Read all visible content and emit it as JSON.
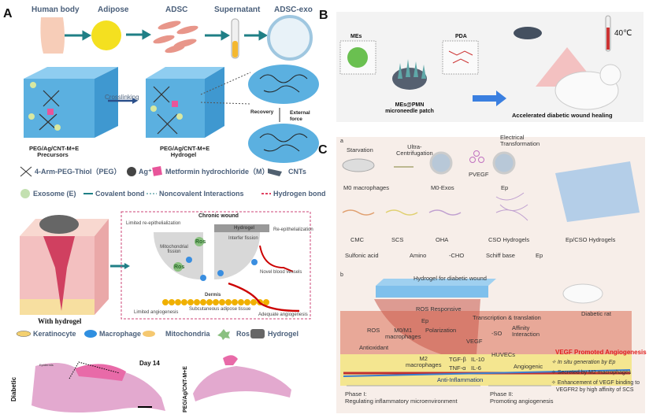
{
  "panels": {
    "a": "A",
    "b": "B",
    "c": "C",
    "c_sub_a": "a",
    "c_sub_b": "b"
  },
  "panel_a": {
    "steps": [
      "Human body",
      "Adipose",
      "ADSC",
      "Supernatant",
      "ADSC-exo"
    ],
    "crosslinking": "Crosslinking",
    "precursors": [
      "PEG/Ag/CNT-M+E",
      "Precursors"
    ],
    "hydrogel": [
      "PEG/Ag/CNT-M+E",
      "Hydrogel"
    ],
    "recovery": "Recovery",
    "external_force": [
      "External",
      "force"
    ],
    "legend1": [
      "4-Arm-PEG-Thiol（PEG）",
      "Ag⁺",
      "Metformin hydrochloride（M）",
      "CNTs"
    ],
    "legend2": [
      "Exosome (E)",
      "Covalent bond",
      "Noncovalent Interactions",
      "Hydrogen bond"
    ],
    "with_hydrogel": "With hydrogel",
    "chronic_wound": "Chronic wound",
    "wound_labels": {
      "limited_reepi": "Limited re-epithelialization",
      "reepi": "Re-epithelialization",
      "hydrogel": "Hydrogel",
      "mito_fission": "Mitochondrial fission",
      "interfer": "Interfer fission",
      "ros": "Ros",
      "novel": "Novel blood vessels",
      "dermis": "Dermis",
      "limited_ang": "Limited angiogenesis",
      "subq": "Subcutaneous adipose tissue",
      "adequate": "Adequate angiogenesis"
    },
    "legend3": [
      "Keratinocyte",
      "Macrophage",
      "Mitochondria",
      "Ros",
      "Hydrogel"
    ],
    "histology": {
      "day": "Day 14",
      "diabetic": "Diabetic",
      "treated": "PEG/Ag/CNT-M+E",
      "epidermis": "Epidermis"
    }
  },
  "panel_b": {
    "mes": "MEs",
    "pda": "PDA",
    "patch": [
      "MEs@PMN",
      "microneedle patch"
    ],
    "temp": "40℃",
    "result": "Accelerated diabetic wound healing"
  },
  "panel_c": {
    "a": {
      "starvation": "Starvation",
      "ultra": [
        "Ultra-",
        "Centrifugation"
      ],
      "electrical": [
        "Electrical",
        "Transformation"
      ],
      "pvegf": "PVEGF",
      "m0": "M0 macrophages",
      "m0exos": "M0-Exos",
      "ep": "Ep",
      "cmc": "CMC",
      "scs": "SCS",
      "oha": "OHA",
      "cso": "CSO Hydrogels",
      "epcso": "Ep/CSO Hydrogels",
      "legend": [
        "Sulfonic acid",
        "Amino",
        "-CHO",
        "Schiff base",
        "Ep"
      ]
    },
    "b": {
      "title": "Hydrogel for diabetic wound",
      "ros_resp": "ROS Responsive",
      "transcription": "Transcription & translation",
      "ep": "Ep",
      "ros": "ROS",
      "m0m1": [
        "M0/M1",
        "macrophages"
      ],
      "polarization": "Polarization",
      "vegf": "VEGF",
      "so": "-SO",
      "affinity": [
        "Affinity",
        "Interaction"
      ],
      "antioxidant": "Antioxidant",
      "huvecs": "HUVECs",
      "m2": [
        "M2",
        "macrophages"
      ],
      "tgf": "TGF-β",
      "il10": "IL-10",
      "tnf": "TNF-α",
      "il6": "IL-6",
      "angiogenic": "Angiogenic",
      "anti_inflam": "Anti-Inflammation",
      "phase1": [
        "Phase I:",
        "Regulating inflammatory microenvironment"
      ],
      "phase2": [
        "Phase II:",
        "Promoting angiogenesis"
      ],
      "rat": "Diabetic rat",
      "vegf_title": "VEGF Promoted Angiogenesis",
      "vegf_items": [
        "In situ generation by Ep",
        "Secreted by M2 macrophages",
        "Enhancement of VEGF binding to",
        "VEGFR2 by high affinity of SCS"
      ]
    }
  },
  "colors": {
    "teal_arrow": "#1f7f86",
    "cube": "#5bb0e0",
    "vegf_red": "#e02020",
    "panel_c_bg": "#f7eee9",
    "panel_b_bg": "#f3f3f3"
  }
}
